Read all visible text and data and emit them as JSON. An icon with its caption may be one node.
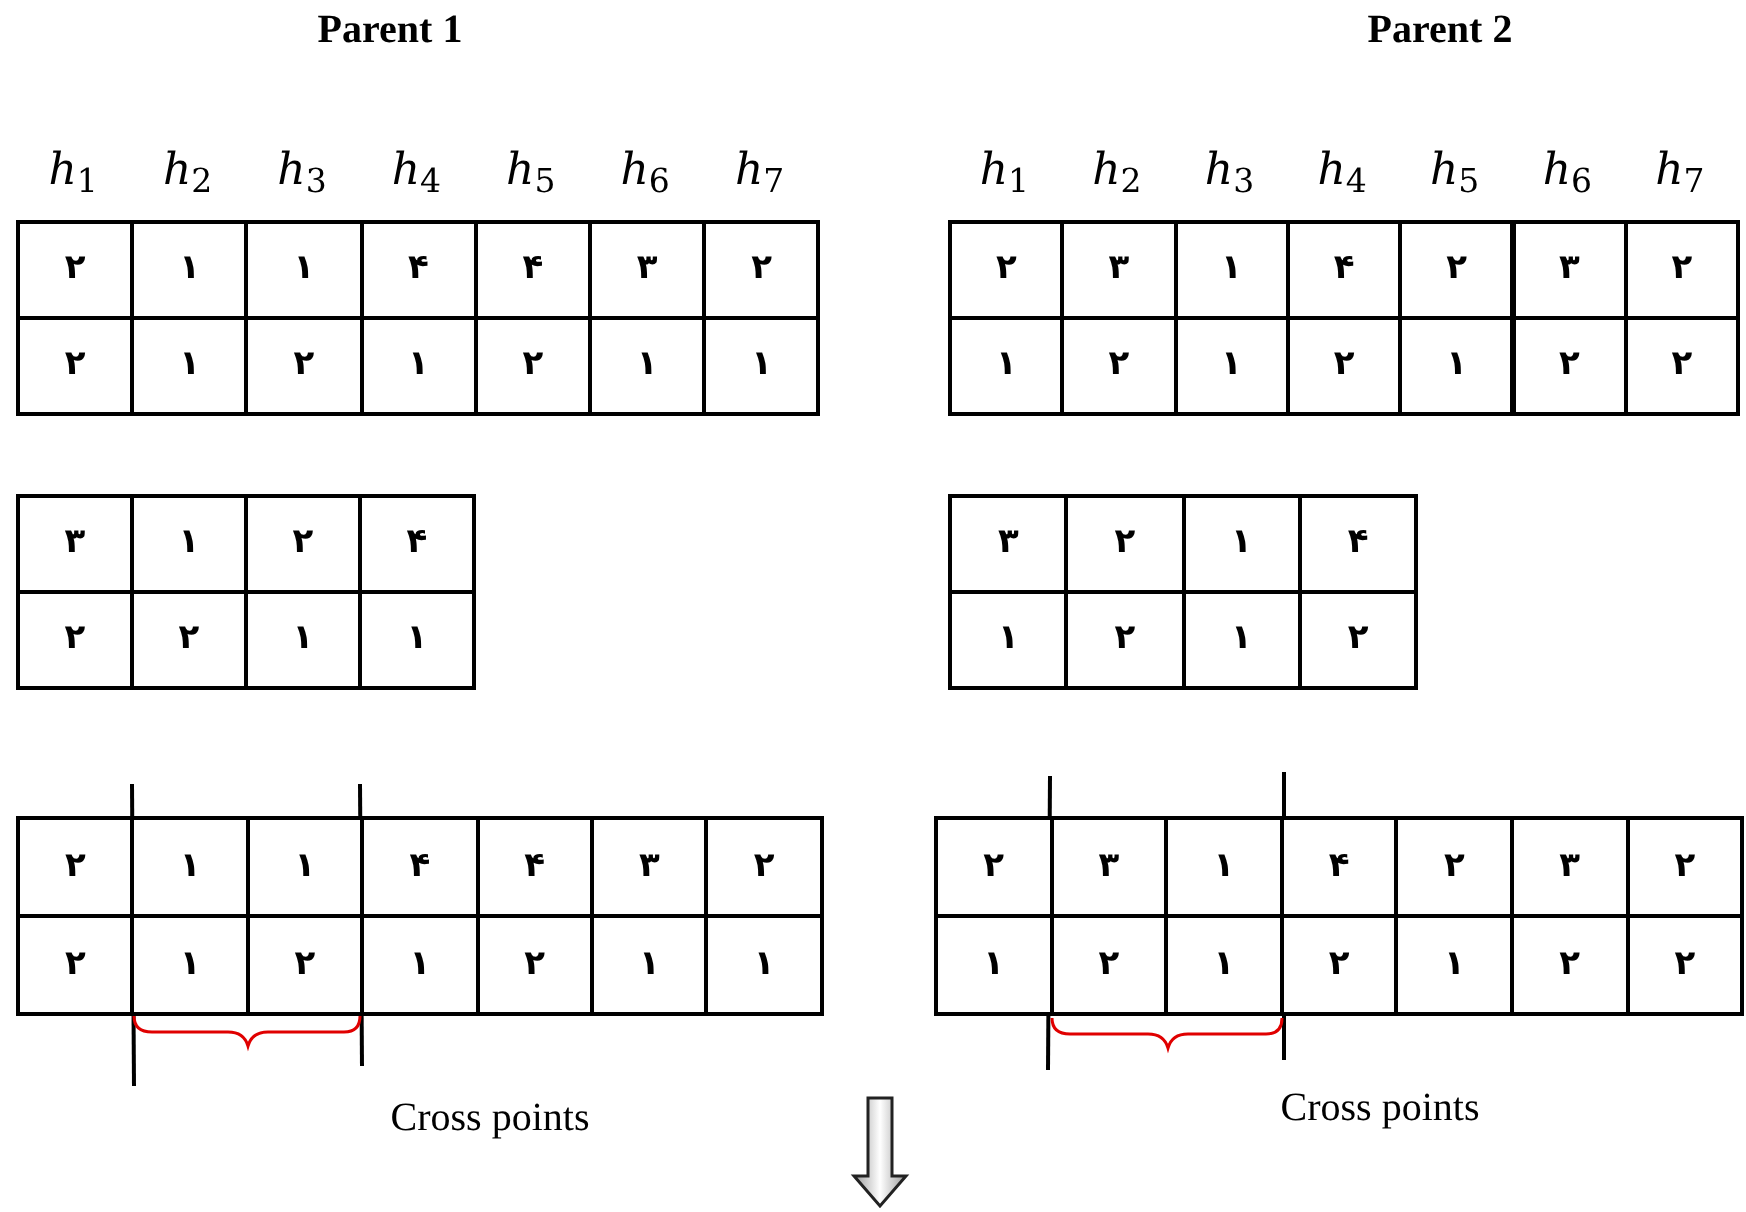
{
  "diagram": {
    "labels": [
      "Parent 1",
      "Parent 2",
      "*h*$_{1}$",
      "*h*$_{2}$",
      "*h*$_{3}$",
      "*h*$_{4}$",
      "*h*$_{5}$",
      "*h*$_{6}$",
      "*h*$_{7}$",
      "*h*$_{1}$",
      "*h*$_{2}$",
      "*h*$_{3}$",
      "*h*$_{4}$",
      "*h*$_{5}$",
      "*h*$_{6}$",
      "*h*$_{7}$",
      "۲",
      "۱",
      "۱",
      "۴",
      "۴",
      "۳",
      "۲",
      "۲",
      "۳",
      "۱",
      "۴",
      "۲",
      "۳",
      "۲",
      "۲",
      "۱",
      "۲",
      "۱",
      "۲",
      "۱",
      "۱",
      "۱",
      "۲",
      "۱",
      "۲",
      "۱",
      "۲",
      "۲",
      "۳",
      "۱",
      "۲",
      "۴",
      "۳",
      "۲",
      "۱",
      "۴",
      "۲",
      "۲",
      "۱",
      "۱",
      "۱",
      "۲",
      "۱",
      "۲",
      "۲",
      "۱",
      "۱",
      "۴",
      "۴",
      "۳",
      "۲",
      "۲",
      "۳",
      "۱",
      "۴",
      "۲",
      "۳",
      "۲",
      "۲",
      "۱",
      "۲",
      "۱",
      "۲",
      "۱",
      "۱",
      "۱",
      "۲",
      "۱",
      "۲",
      "۱",
      "۲",
      "۲",
      "Cross points",
      "Cross points"
    ]
  }
}
